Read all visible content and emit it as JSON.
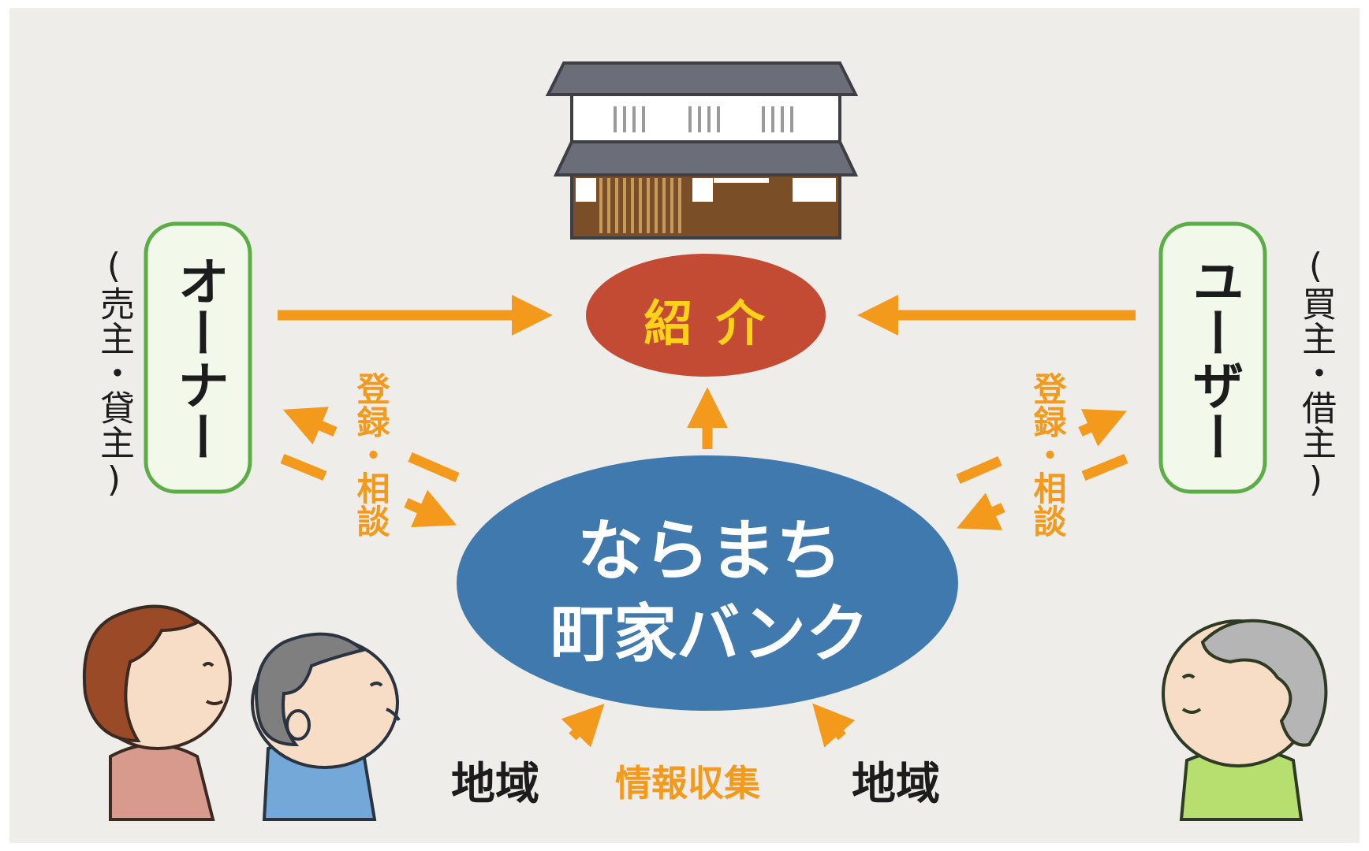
{
  "colors": {
    "background": "#efedea",
    "arrow": "#f39a1d",
    "center_ellipse": "#3f79ad",
    "intro_ellipse": "#c44b33",
    "intro_text": "#ffd21a",
    "box_border": "#5aae45",
    "box_fill": "#f2f8ea",
    "text_dark": "#1c1c1c",
    "house_roof": "#6b6e78",
    "house_wood": "#7a4e26"
  },
  "house": {
    "icon": "machiya-house-icon"
  },
  "intro": {
    "label": "紹 介"
  },
  "center": {
    "line1": "ならまち",
    "line2": "町家バンク"
  },
  "owner": {
    "label": "オーナー",
    "note": "(売主・貸主)"
  },
  "user": {
    "label": "ユーザー",
    "note": "(買主・借主)"
  },
  "left_flow": {
    "label": "登録・相談"
  },
  "right_flow": {
    "label": "登録・相談"
  },
  "bottom": {
    "left": "地域",
    "middle": "情報収集",
    "right": "地域"
  },
  "people": {
    "left_woman": "woman-looking-up-icon",
    "left_man": "man-looking-up-icon",
    "right_elder": "elder-looking-up-icon"
  }
}
